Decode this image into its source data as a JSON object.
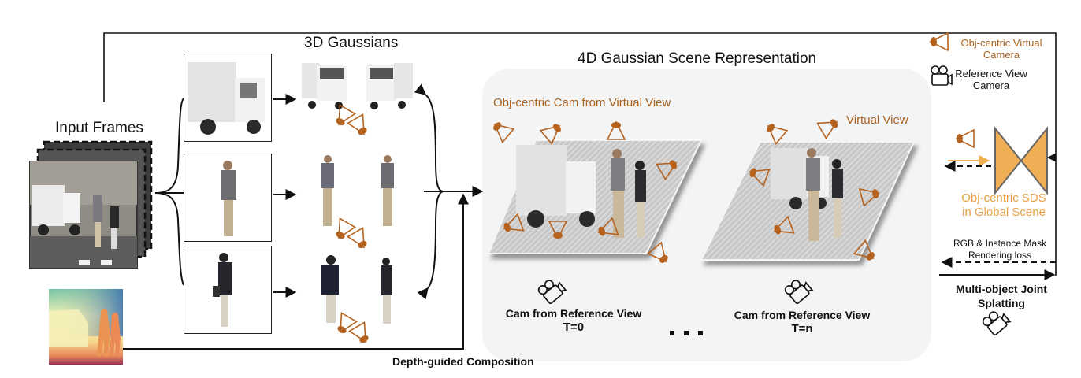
{
  "diagram": {
    "labels": {
      "input_frames": "Input Frames",
      "gaussians_3d": "3D Gaussians",
      "scene_4d": "4D Gaussian Scene Representation",
      "obj_centric_cam_virtual": "Obj-centric Cam from Virtual View",
      "virtual_view": "Virtual View",
      "cam_ref_t0_line1": "Cam from Reference View",
      "cam_ref_t0_line2": "T=0",
      "cam_ref_tn_line1": "Cam from Reference View",
      "cam_ref_tn_line2": "T=n",
      "ellipsis": "...",
      "depth_guided": "Depth-guided Composition",
      "sds_line1": "Obj-centric SDS",
      "sds_line2": "in Global Scene",
      "loss_line1": "RGB & Instance Mask",
      "loss_line2": "Rendering loss",
      "splatting_line1": "Multi-object Joint",
      "splatting_line2": "Splatting"
    },
    "legend": {
      "virtual_camera_line1": "Obj-centric Virtual",
      "virtual_camera_line2": "Camera",
      "reference_camera_line1": "Reference View",
      "reference_camera_line2": "Camera"
    },
    "objects": [
      {
        "name": "truck",
        "body": "#e9e9e9"
      },
      {
        "name": "man",
        "body": "#6e6e72"
      },
      {
        "name": "woman",
        "body": "#26262c"
      }
    ],
    "colors": {
      "orange_icon": "#b5621f",
      "sds_fill": "#f0ae55",
      "sds_text": "#e8a14a",
      "panel_bg": "#f3f4f6",
      "line": "#111111"
    }
  }
}
